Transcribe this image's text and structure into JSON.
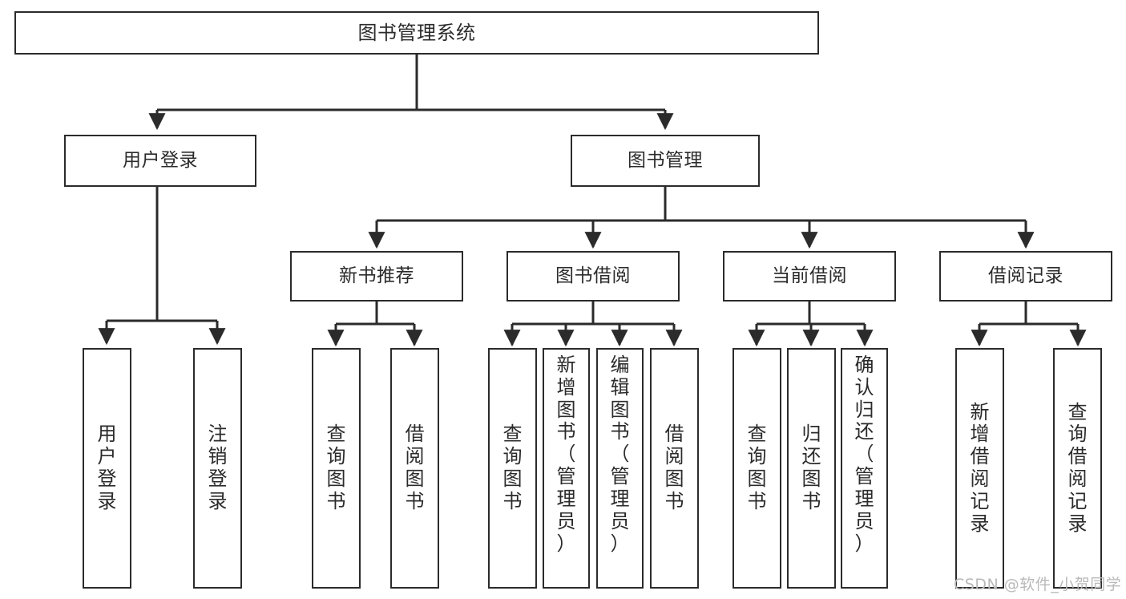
{
  "diagram": {
    "type": "tree-hierarchy",
    "title": "图书管理系统",
    "root": {
      "label": "图书管理系统"
    },
    "level2": [
      {
        "id": "user-login",
        "label": "用户登录"
      },
      {
        "id": "book-management",
        "label": "图书管理"
      }
    ],
    "level3": [
      {
        "id": "new-book-recommend",
        "label": "新书推荐",
        "parent": "book-management"
      },
      {
        "id": "book-borrow",
        "label": "图书借阅",
        "parent": "book-management"
      },
      {
        "id": "current-borrow",
        "label": "当前借阅",
        "parent": "book-management"
      },
      {
        "id": "borrow-record",
        "label": "借阅记录",
        "parent": "book-management"
      }
    ],
    "leaves": [
      {
        "id": "leaf-user-login",
        "label": "用户登录",
        "parent": "user-login"
      },
      {
        "id": "leaf-logout-login",
        "label": "注销登录",
        "parent": "user-login"
      },
      {
        "id": "leaf-query-book-1",
        "label": "查询图书",
        "parent": "new-book-recommend"
      },
      {
        "id": "leaf-borrow-book-1",
        "label": "借阅图书",
        "parent": "new-book-recommend"
      },
      {
        "id": "leaf-query-book-2",
        "label": "查询图书",
        "parent": "book-borrow"
      },
      {
        "id": "leaf-add-book-admin",
        "label": "新增图书（管理员）",
        "parent": "book-borrow"
      },
      {
        "id": "leaf-edit-book-admin",
        "label": "编辑图书（管理员）",
        "parent": "book-borrow"
      },
      {
        "id": "leaf-borrow-book-2",
        "label": "借阅图书",
        "parent": "book-borrow"
      },
      {
        "id": "leaf-query-book-3",
        "label": "查询图书",
        "parent": "current-borrow"
      },
      {
        "id": "leaf-return-book",
        "label": "归还图书",
        "parent": "current-borrow"
      },
      {
        "id": "leaf-confirm-return-admin",
        "label": "确认归还（管理员）",
        "parent": "current-borrow"
      },
      {
        "id": "leaf-add-borrow-record",
        "label": "新增借阅记录",
        "parent": "borrow-record"
      },
      {
        "id": "leaf-query-borrow-record",
        "label": "查询借阅记录",
        "parent": "borrow-record"
      }
    ],
    "watermark": "CSDN @软件_小贺同学",
    "colors": {
      "stroke": "#2b2b2b",
      "fill": "#ffffff",
      "text": "#2b2b2b",
      "watermark": "#b9b9b9"
    }
  }
}
